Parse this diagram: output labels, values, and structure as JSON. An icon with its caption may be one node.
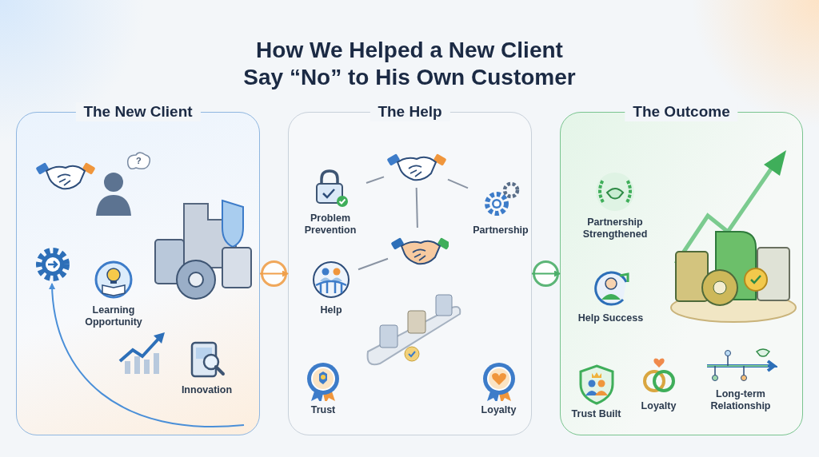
{
  "diagram": {
    "title": "How We Helped a New Client Say “No” to His Own Customer",
    "nodes": [
      {
        "text": [
          "The New Client"
        ]
      },
      {
        "text": [],
        "shape": "picture",
        "in": 0
      },
      {
        "text": [
          "Learning Opportunity"
        ],
        "in": 0
      },
      {
        "text": [
          "Innovation"
        ],
        "in": 0
      },
      {
        "text": [
          "The Help"
        ]
      },
      {
        "text": [],
        "shape": "picture",
        "in": 4
      },
      {
        "text": [
          "Problem Prevention"
        ],
        "in": 4
      },
      {
        "text": [
          "Partnership"
        ],
        "in": 4
      },
      {
        "text": [],
        "shape": "picture",
        "in": 4
      },
      {
        "text": [
          "Help"
        ],
        "in": 4
      },
      {
        "text": [
          "Trust"
        ],
        "in": 4
      },
      {
        "text": [
          "Loyalty"
        ],
        "in": 4
      },
      {
        "text": [
          "The Outcome"
        ]
      },
      {
        "text": [
          "Partnership Strengthened"
        ],
        "in": 12
      },
      {
        "text": [
          "Help Success"
        ],
        "in": 12
      },
      {
        "text": [
          "Trust Built"
        ],
        "in": 12
      },
      {
        "text": [
          "Loyalty"
        ],
        "in": 12
      },
      {
        "text": [
          "Long-term Relationship"
        ],
        "in": 12
      }
    ],
    "edges": [
      {
        "from": 0,
        "to": 4,
        "arrow": "to",
        "color": "#f0a04b"
      },
      {
        "from": 4,
        "to": 12,
        "arrow": "to",
        "color": "#4caf6a"
      },
      {
        "from": 5,
        "to": 6,
        "arrow": "none"
      },
      {
        "from": 5,
        "to": 7,
        "arrow": "none"
      },
      {
        "from": 5,
        "to": 8,
        "arrow": "none"
      },
      {
        "from": 8,
        "to": 9,
        "arrow": "none"
      },
      {
        "from": null,
        "to": 1,
        "arrow": "to",
        "color": "#4a8fd8"
      }
    ],
    "labels": [
      "?"
    ]
  }
}
